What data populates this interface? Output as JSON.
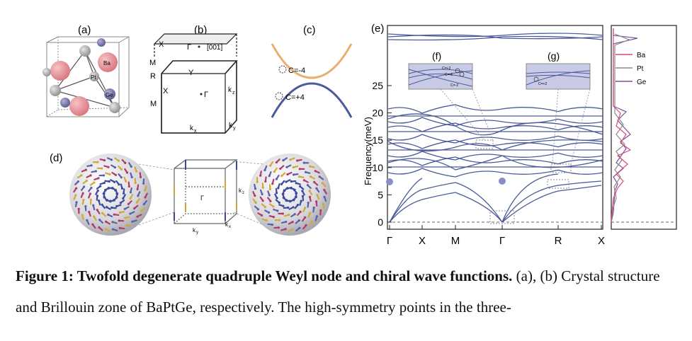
{
  "panels": {
    "a": {
      "label": "(a)",
      "atoms": [
        "Ba",
        "Pt",
        "Ge"
      ]
    },
    "b": {
      "label": "(b)",
      "points": {
        "X": "X",
        "Gamma_bar": "Γ",
        "direction": "[001]",
        "M_bar": "M",
        "R": "R",
        "Y_bar": "Y",
        "X2": "X",
        "M": "M",
        "Gamma": "Γ",
        "kz": "k",
        "kz_sub": "z",
        "kx": "k",
        "kx_sub": "x",
        "ky": "k",
        "ky_sub": "y"
      }
    },
    "c": {
      "label": "(c)",
      "c_top": "C=-4",
      "c_bottom": "C=+4"
    },
    "d": {
      "label": "(d)",
      "gamma": "Γ",
      "kz": "k",
      "kz_sub": "z",
      "kx": "k",
      "kx_sub": "x",
      "ky": "k",
      "ky_sub": "y"
    },
    "e": {
      "label": "(e)",
      "ylabel": "Frequency(meV)",
      "yticks": [
        "0",
        "5",
        "10",
        "15",
        "20",
        "25"
      ],
      "xticks": [
        "Γ",
        "X",
        "M",
        "Γ",
        "R",
        "X"
      ],
      "inset_f": {
        "label": "(f)",
        "c1": "C=+2",
        "c2": "C=-6",
        "c3": "C=-2"
      },
      "inset_g": {
        "label": "(g)",
        "c1": "C=+2"
      }
    },
    "dos": {
      "legend": [
        "Ba",
        "Pt",
        "Ge"
      ],
      "colors": {
        "Ba": "#d94a7a",
        "Pt": "#8a8a8a",
        "Ge": "#7b4f9a"
      }
    }
  },
  "caption": {
    "title": "Figure 1: Twofold degenerate quadruple Weyl node and chiral wave functions.",
    "text": " (a), (b) Crystal structure and Brillouin zone of BaPtGe, respectively. The high-symmetry points in the three-"
  },
  "colors": {
    "band": "#4a5a9a",
    "accent_band": "#e8b070",
    "inset_bg": "#c9cbe6"
  }
}
